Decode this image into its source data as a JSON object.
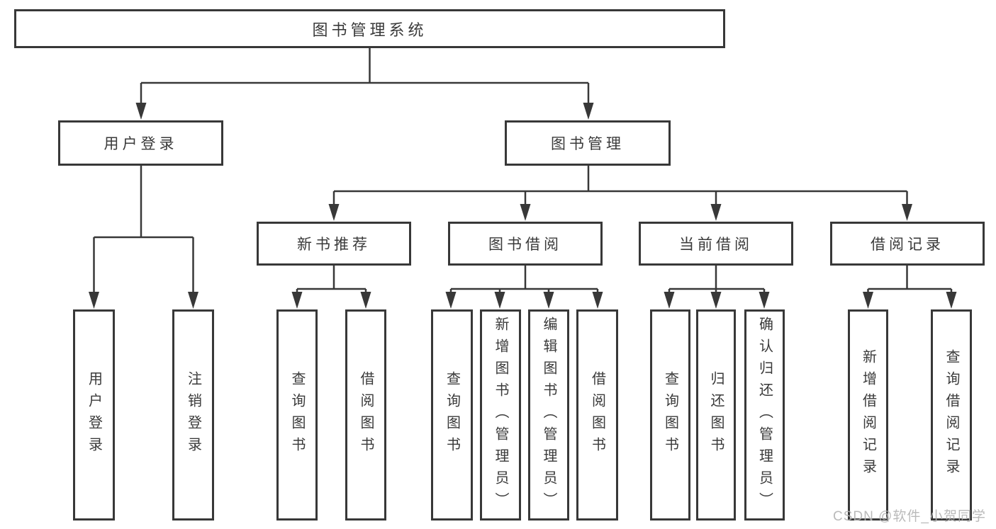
{
  "diagram_title": "图书管理系统",
  "watermark": "CSDN @软件_小贺同学",
  "colors": {
    "line": "#383838",
    "text": "#3a3a3a",
    "box_background": "#ffffff",
    "page_background": "#ffffff",
    "watermark": "#b3b3b3"
  },
  "nodes": {
    "root": "图书管理系统",
    "level2": [
      "用户登录",
      "图书管理"
    ],
    "level3": [
      "新书推荐",
      "图书借阅",
      "当前借阅",
      "借阅记录"
    ],
    "leaves": {
      "user_login": [
        "用户登录",
        "注销登录"
      ],
      "new_book_recommend": [
        "查询图书",
        "借阅图书"
      ],
      "book_borrow": [
        "查询图书",
        "新增图书（管理员）",
        "编辑图书（管理员）",
        "借阅图书"
      ],
      "current_borrow": [
        "查询图书",
        "归还图书",
        "确认归还（管理员）"
      ],
      "borrow_record": [
        "新增借阅记录",
        "查询借阅记录"
      ]
    }
  },
  "hierarchy": {
    "图书管理系统": [
      "用户登录",
      "图书管理"
    ],
    "用户登录": [
      "用户登录",
      "注销登录"
    ],
    "图书管理": [
      "新书推荐",
      "图书借阅",
      "当前借阅",
      "借阅记录"
    ],
    "新书推荐": [
      "查询图书",
      "借阅图书"
    ],
    "图书借阅": [
      "查询图书",
      "新增图书（管理员）",
      "编辑图书（管理员）",
      "借阅图书"
    ],
    "当前借阅": [
      "查询图书",
      "归还图书",
      "确认归还（管理员）"
    ],
    "借阅记录": [
      "新增借阅记录",
      "查询借阅记录"
    ]
  }
}
